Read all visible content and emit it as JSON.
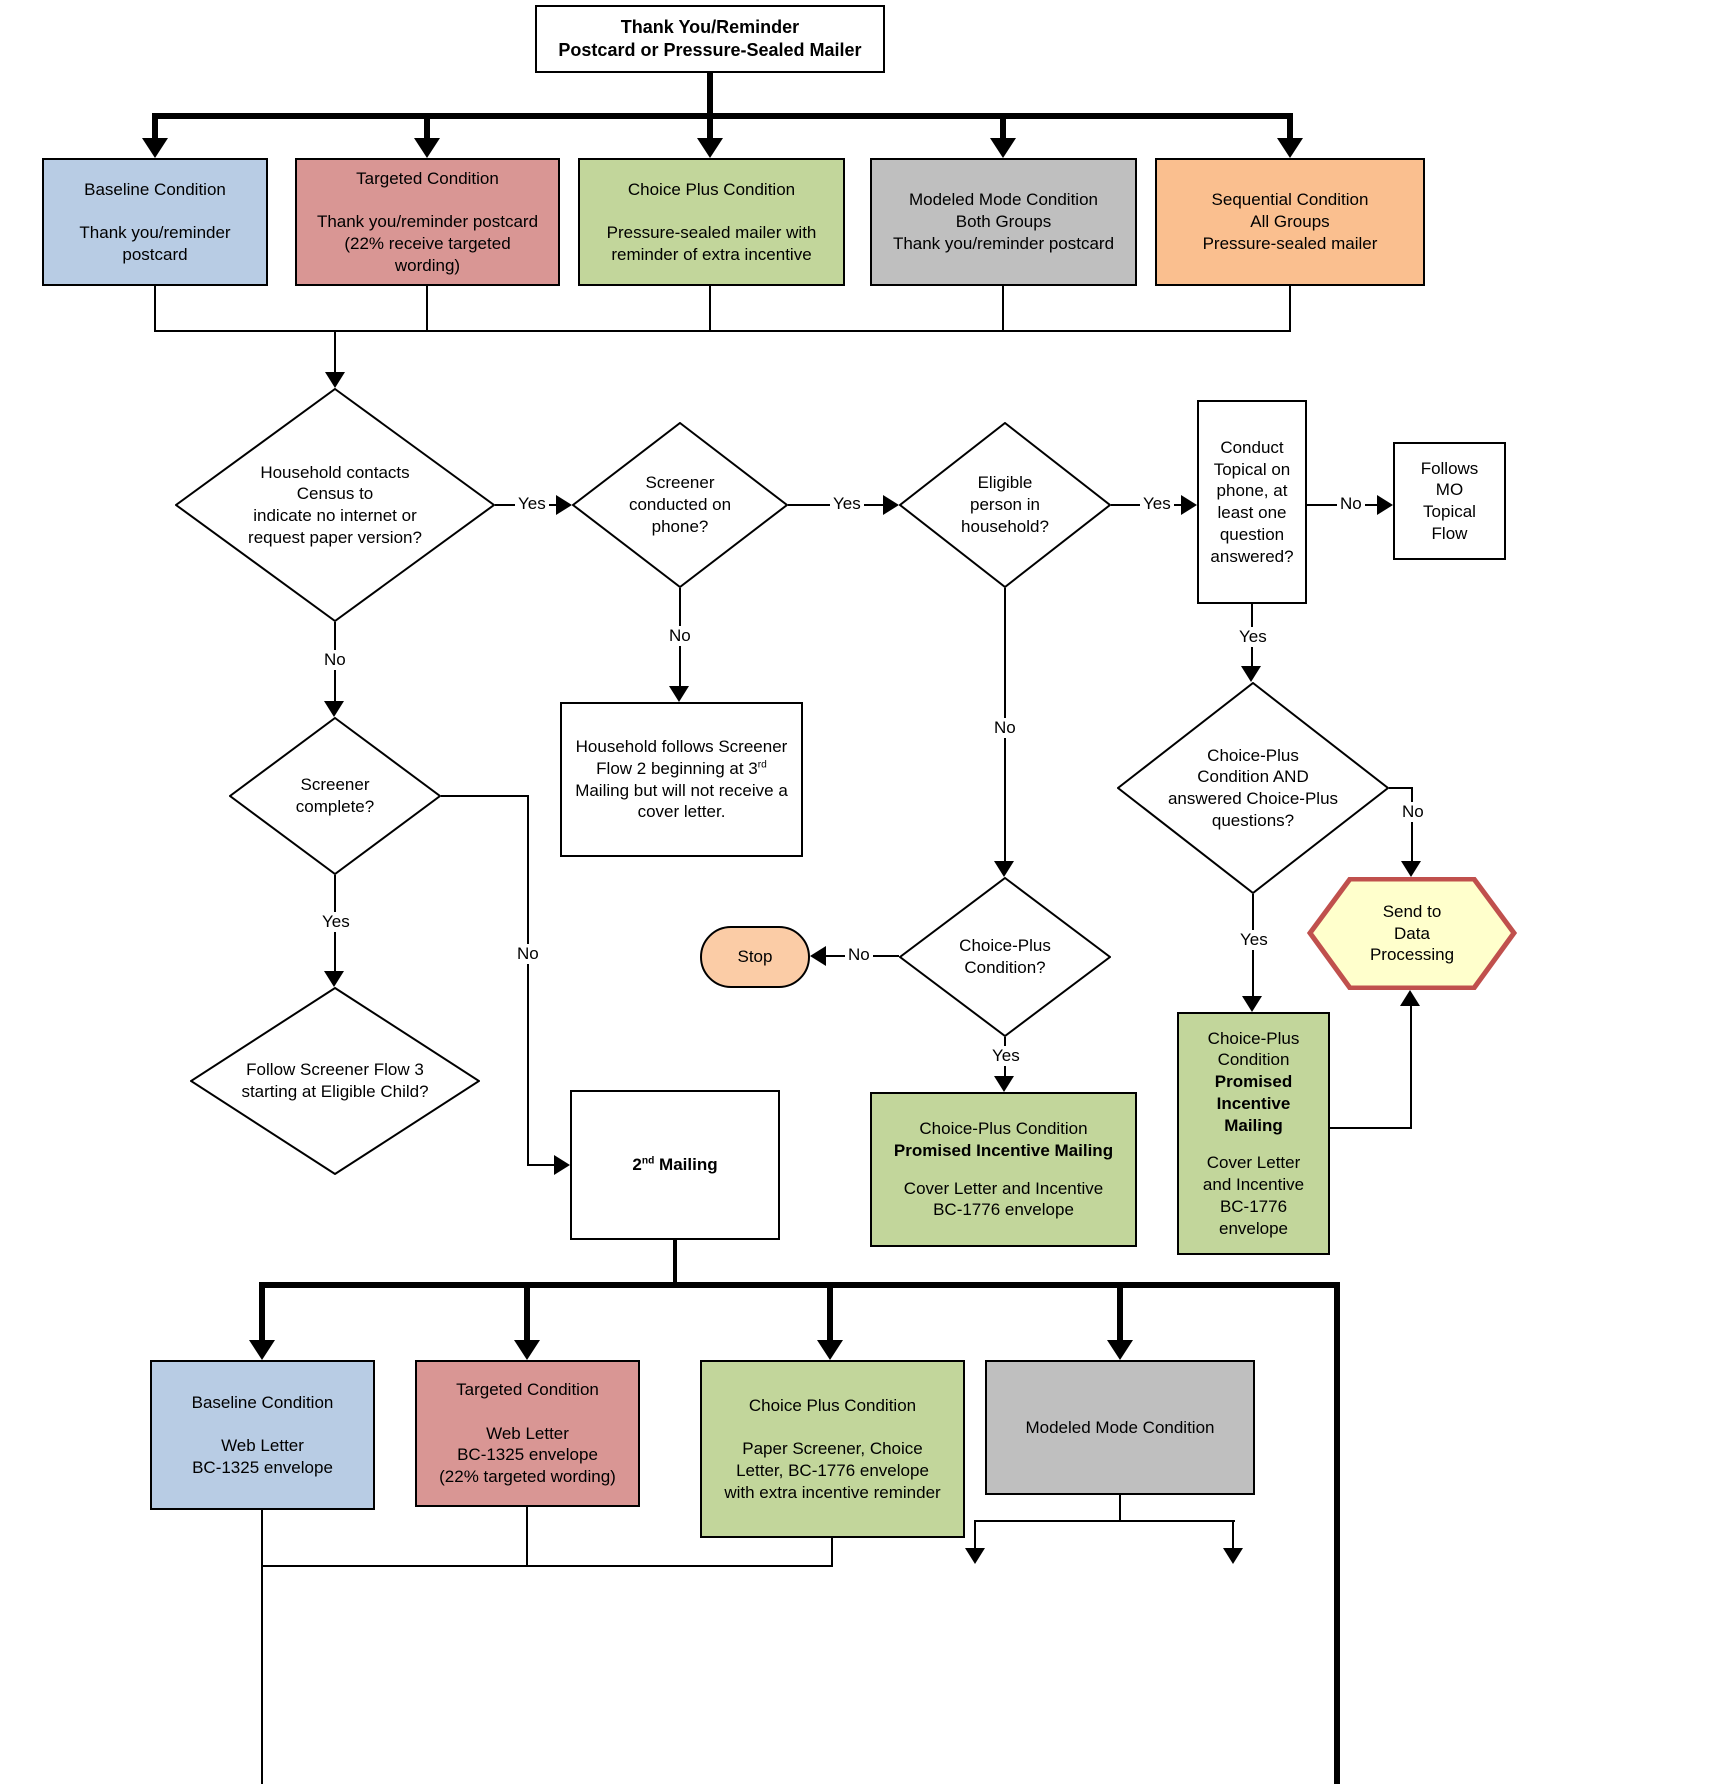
{
  "labels": {
    "yes": "Yes",
    "no": "No"
  },
  "colors": {
    "baseline_blue": "#b8cce4",
    "targeted_red": "#d99694",
    "choice_plus_green": "#c2d69b",
    "modeled_gray": "#bfbfbf",
    "sequential_orange": "#fabf8f",
    "stop_peach": "#fbcca6",
    "send_dp_fill": "#ffffcc",
    "send_dp_border": "#c0504d"
  },
  "start": {
    "text": "Thank You/Reminder\nPostcard or Pressure-Sealed Mailer"
  },
  "row1": [
    {
      "text": "Baseline Condition\n\nThank you/reminder\npostcard"
    },
    {
      "text": "Targeted Condition\n\nThank you/reminder postcard\n(22% receive targeted\nwording)"
    },
    {
      "text": "Choice Plus Condition\n\nPressure-sealed mailer with\nreminder of extra incentive"
    },
    {
      "text": "Modeled Mode Condition\nBoth Groups\nThank you/reminder postcard"
    },
    {
      "text": "Sequential Condition\nAll Groups\nPressure-sealed mailer"
    }
  ],
  "decisions": {
    "contact": "Household contacts\nCensus to\nindicate no internet or\nrequest paper version?",
    "screener_phone": "Screener\nconducted on\nphone?",
    "eligible": "Eligible\nperson in\nhousehold?",
    "conduct_topical": "Conduct\nTopical on\nphone, at\nleast one\nquestion\nanswered?",
    "choice_plus_answered": "Choice-Plus\nCondition AND\nanswered Choice-Plus\nquestions?",
    "screener_complete": "Screener\ncomplete?",
    "choice_plus": "Choice-Plus\nCondition?",
    "screener_flow3": "Follow Screener Flow 3\nstarting at Eligible Child?"
  },
  "nodes": {
    "follows_mo": "Follows\nMO\nTopical\nFlow",
    "flow2": {
      "part1": "Household follows Screener Flow 2 beginning at 3",
      "sup": "rd",
      "part2": " Mailing but will not receive a cover letter."
    },
    "stop": "Stop",
    "send_dp": "Send to\nData\nProcessing",
    "second_mailing": {
      "part1": "2",
      "sup": "nd",
      "part2": " Mailing"
    },
    "promised_right": {
      "title": "Choice-Plus\nCondition",
      "bold": "Promised\nIncentive\nMailing",
      "body": "Cover Letter\nand Incentive\nBC-1776\nenvelope"
    },
    "promised_center": {
      "title": "Choice-Plus Condition",
      "bold": "Promised Incentive Mailing",
      "body": "Cover Letter and Incentive\nBC-1776 envelope"
    }
  },
  "row2": [
    {
      "text": "Baseline Condition\n\nWeb Letter\nBC-1325 envelope"
    },
    {
      "text": "Targeted Condition\n\nWeb Letter\nBC-1325 envelope\n(22% targeted wording)"
    },
    {
      "text": "Choice Plus Condition\n\nPaper Screener, Choice\nLetter, BC-1776 envelope\nwith extra incentive reminder"
    },
    {
      "text": "Modeled Mode Condition"
    }
  ]
}
